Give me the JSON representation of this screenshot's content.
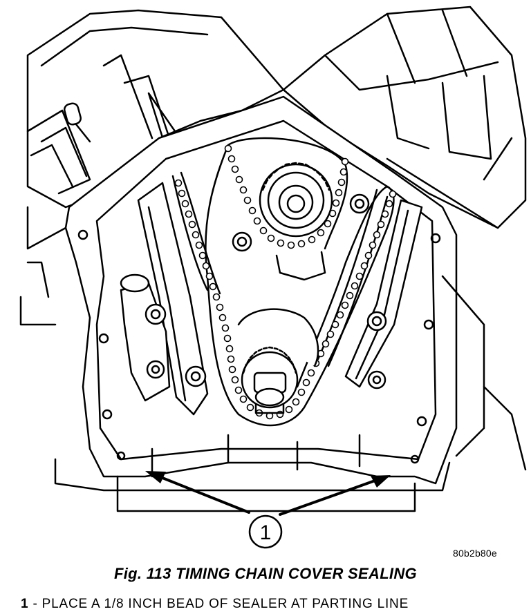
{
  "figure": {
    "image_code": "80b2b80e",
    "caption": "Fig. 113 TIMING CHAIN COVER SEALING",
    "callout_number": "1",
    "legend": [
      {
        "number": "1",
        "separator": " - ",
        "text": "PLACE A 1/8 INCH BEAD OF SEALER AT PARTING LINE"
      }
    ]
  }
}
